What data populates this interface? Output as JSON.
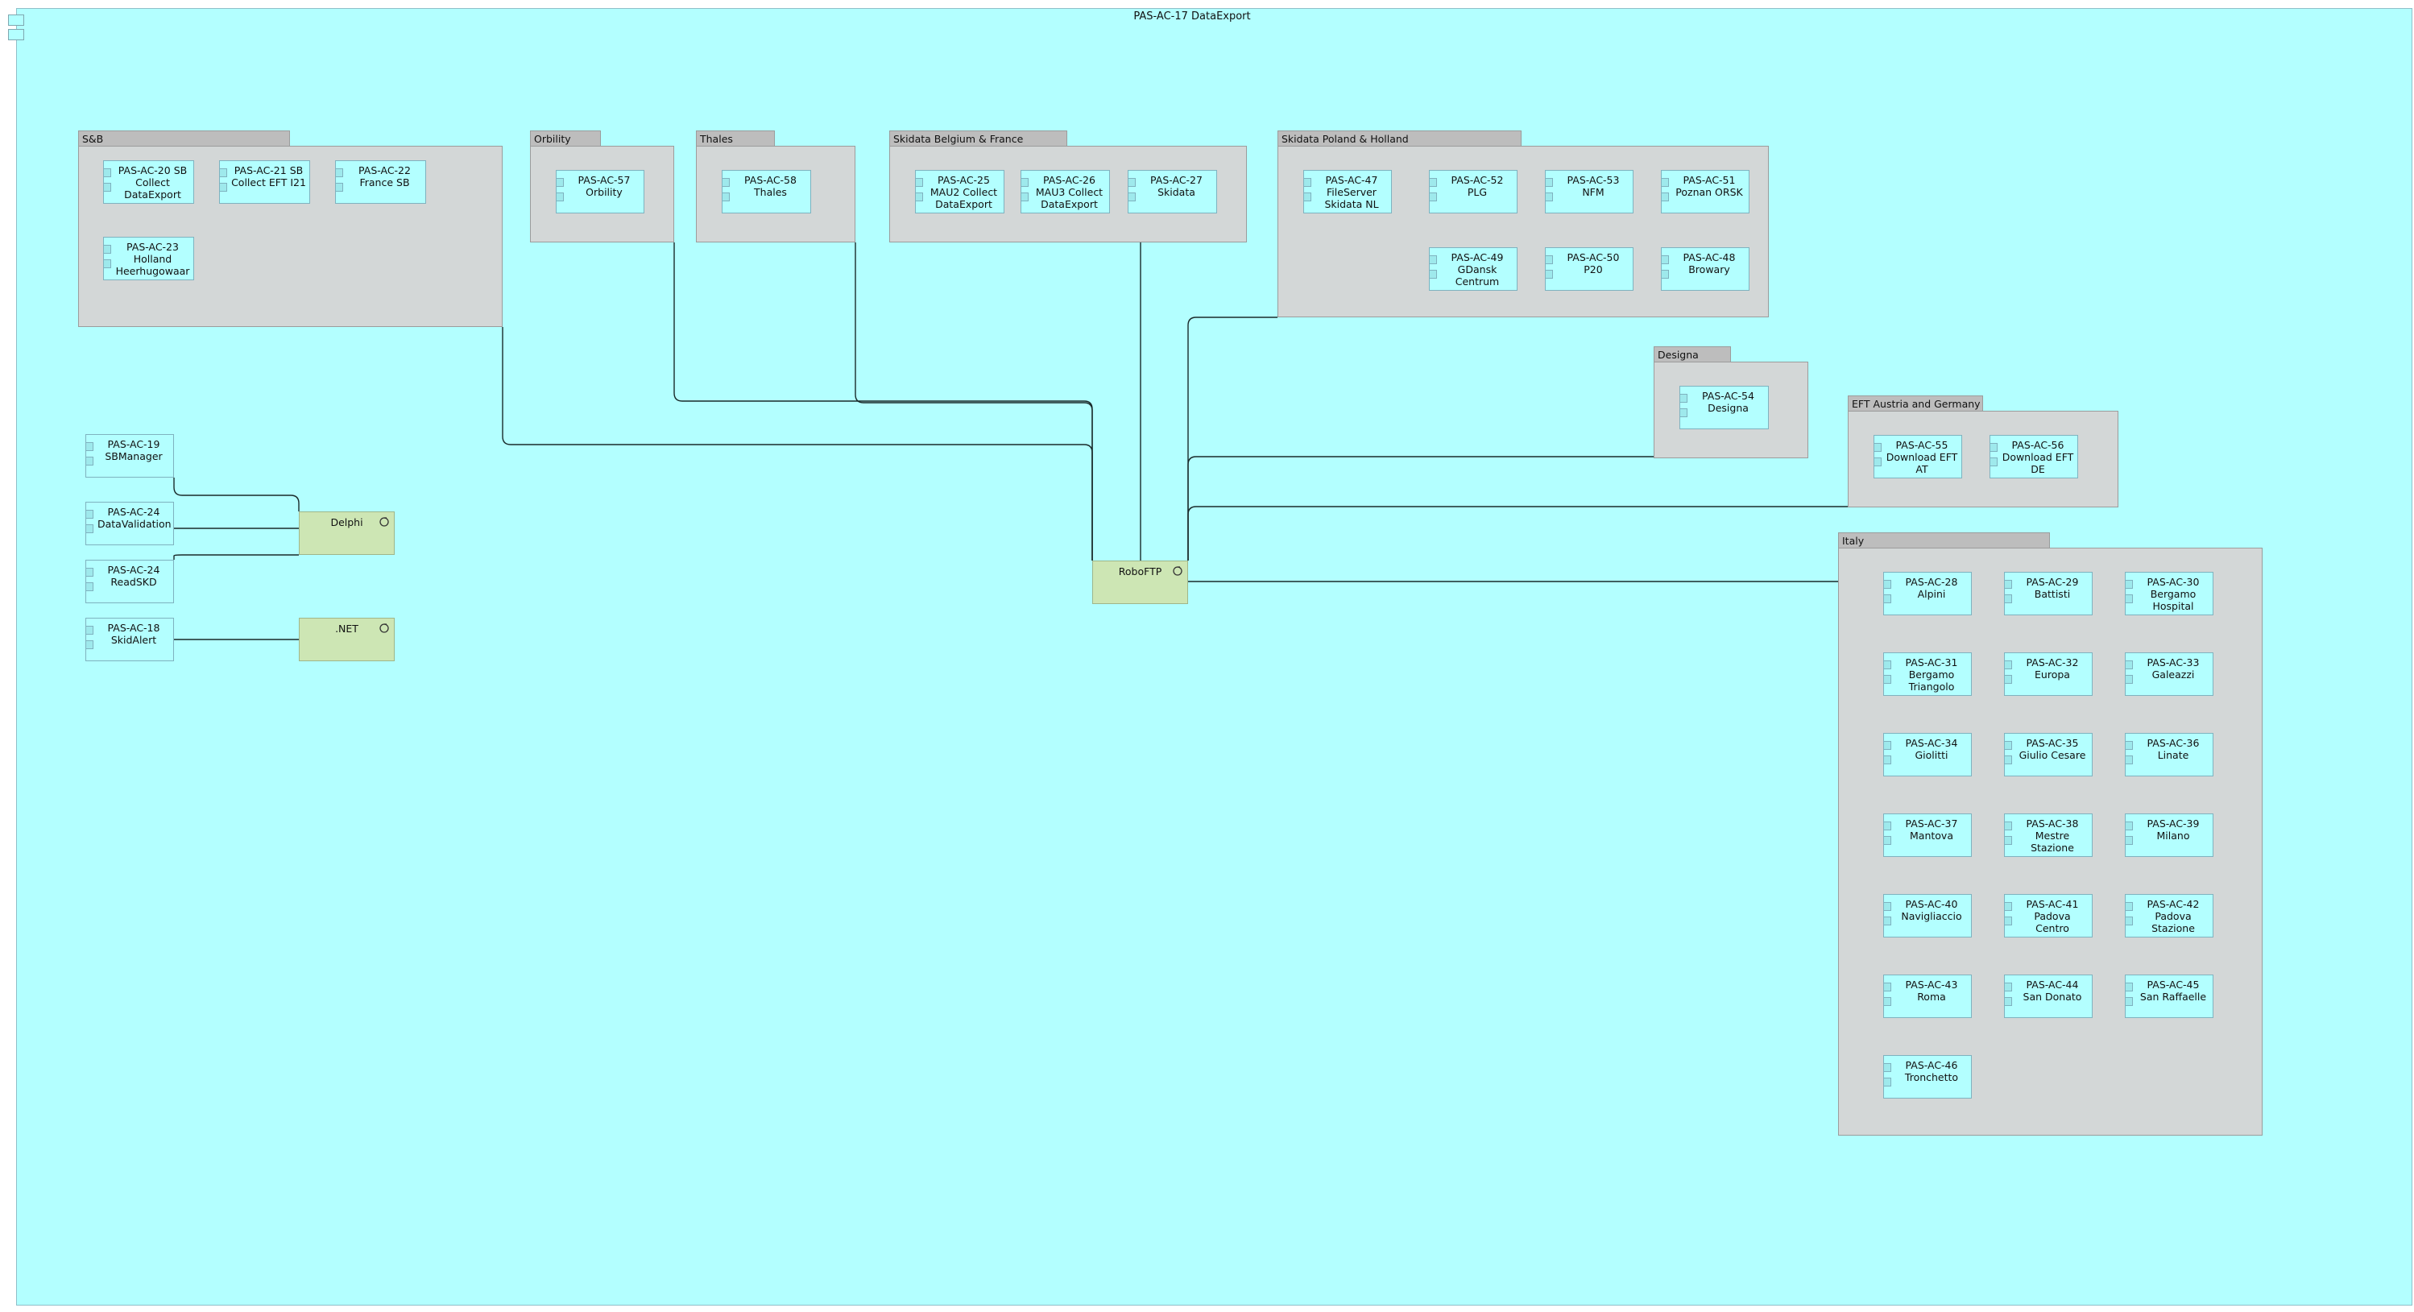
{
  "title": "PAS-AC-17 DataExport",
  "groups": {
    "sb": {
      "label": "S&B",
      "components": [
        "PAS-AC-20 SB Collect DataExport",
        "PAS-AC-21 SB Collect EFT I21",
        "PAS-AC-22 France SB",
        "PAS-AC-23 Holland Heerhugowaar"
      ]
    },
    "orbility": {
      "label": "Orbility",
      "components": [
        "PAS-AC-57 Orbility"
      ]
    },
    "thales": {
      "label": "Thales",
      "components": [
        "PAS-AC-58 Thales"
      ]
    },
    "belgium": {
      "label": "Skidata Belgium & France",
      "components": [
        "PAS-AC-25 MAU2 Collect DataExport",
        "PAS-AC-26 MAU3 Collect DataExport",
        "PAS-AC-27 Skidata"
      ]
    },
    "poland": {
      "label": "Skidata Poland & Holland",
      "components": [
        "PAS-AC-47 FileServer Skidata NL",
        "PAS-AC-52 PLG",
        "PAS-AC-53 NFM",
        "PAS-AC-51 Poznan ORSK",
        "PAS-AC-49 GDansk Centrum",
        "PAS-AC-50 P20",
        "PAS-AC-48 Browary"
      ]
    },
    "designa": {
      "label": "Designa",
      "components": [
        "PAS-AC-54 Designa"
      ]
    },
    "eft": {
      "label": "EFT Austria and Germany",
      "components": [
        "PAS-AC-55 Download EFT AT",
        "PAS-AC-56 Download EFT DE"
      ]
    },
    "italy": {
      "label": "Italy",
      "components": [
        "PAS-AC-28 Alpini",
        "PAS-AC-29 Battisti",
        "PAS-AC-30 Bergamo Hospital",
        "PAS-AC-31 Bergamo Triangolo",
        "PAS-AC-32 Europa",
        "PAS-AC-33 Galeazzi",
        "PAS-AC-34 Giolitti",
        "PAS-AC-35 Giulio Cesare",
        "PAS-AC-36 Linate",
        "PAS-AC-37 Mantova",
        "PAS-AC-38 Mestre Stazione",
        "PAS-AC-39 Milano",
        "PAS-AC-40 Navigliaccio",
        "PAS-AC-41 Padova Centro",
        "PAS-AC-42 Padova Stazione",
        "PAS-AC-43 Roma",
        "PAS-AC-44 San Donato",
        "PAS-AC-45 San Raffaelle",
        "PAS-AC-46 Tronchetto"
      ]
    }
  },
  "standalone": [
    "PAS-AC-19 SBManager",
    "PAS-AC-24 DataValidation",
    "PAS-AC-24 ReadSKD",
    "PAS-AC-18 SkidAlert"
  ],
  "nodes": {
    "delphi": "Delphi",
    "dotnet": ".NET",
    "roboftp": "RoboFTP"
  },
  "colors": {
    "background": "#b3ffff",
    "group_fill": "#d3d7d7",
    "group_tab": "#bdbdbd",
    "node_fill": "#cde6b4",
    "component_fill": "#b3ffff",
    "connector": "#1a2a2a"
  }
}
